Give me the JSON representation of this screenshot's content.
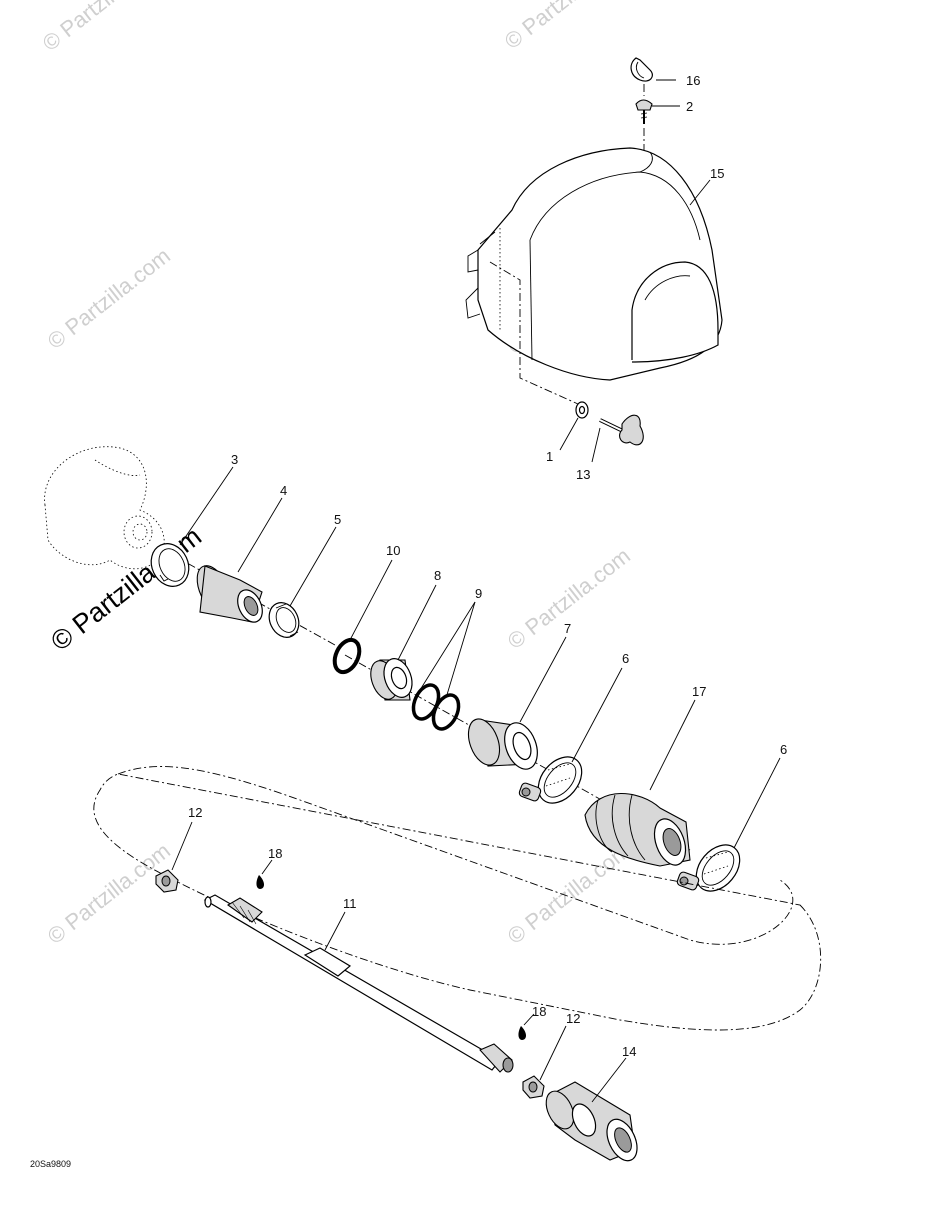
{
  "diagram": {
    "drawing_code": "20Sa9809",
    "watermark_text": "© Partzilla.com",
    "callouts": {
      "c1": "1",
      "c2": "2",
      "c3": "3",
      "c4": "4",
      "c5": "5",
      "c6a": "6",
      "c6b": "6",
      "c7": "7",
      "c8": "8",
      "c9": "9",
      "c10": "10",
      "c11": "11",
      "c12a": "12",
      "c12b": "12",
      "c13": "13",
      "c14": "14",
      "c15": "15",
      "c16": "16",
      "c17": "17",
      "c18a": "18",
      "c18b": "18"
    }
  }
}
